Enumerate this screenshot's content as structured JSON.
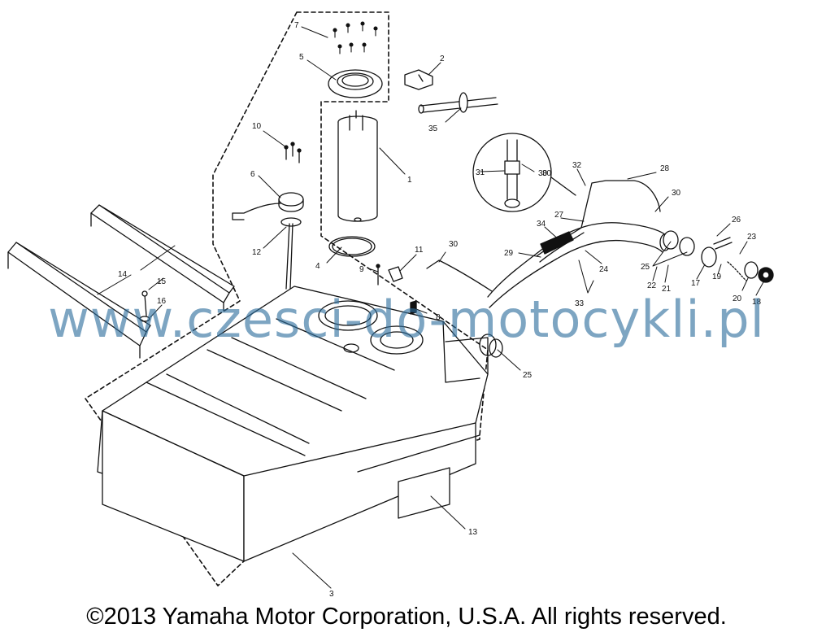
{
  "diagram": {
    "callouts": [
      "1",
      "2",
      "3",
      "5",
      "6",
      "7",
      "8",
      "9",
      "10",
      "11",
      "12",
      "13",
      "14",
      "15",
      "16",
      "17",
      "18",
      "19",
      "20",
      "21",
      "22",
      "23",
      "24",
      "25",
      "26",
      "27",
      "28",
      "29",
      "30",
      "31",
      "32",
      "33",
      "34",
      "35",
      "4"
    ],
    "watermark": "www.czesci-do-motocykli.pl",
    "copyright": "©2013 Yamaha Motor Corporation, U.S.A. All rights reserved."
  },
  "colors": {
    "line": "#111111",
    "watermark": "#2f6f9e",
    "background": "#ffffff"
  }
}
